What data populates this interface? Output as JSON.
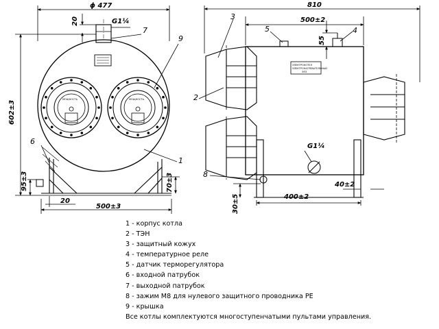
{
  "dimensions": {
    "front_width": "ϕ 477",
    "front_height": "602±3",
    "front_top_pipe": "20",
    "front_outlet_thread": "G1¼",
    "front_base_width": "500±3",
    "front_base_offset": "20",
    "front_leg_height": "95±3",
    "front_leg_height_right": "70±3",
    "side_total_width": "810",
    "side_top_span": "500±2",
    "side_pipe_height": "55",
    "side_inlet_thread": "G1¼",
    "side_base_width": "400±2",
    "side_base_offset": "40±2",
    "side_clamp_height": "30±5"
  },
  "callouts": {
    "front": [
      "7",
      "9",
      "6",
      "1"
    ],
    "side": [
      "3",
      "5",
      "4",
      "2",
      "8"
    ]
  },
  "plates": {
    "heater_label_line1": "МОЩНОСТЬ",
    "heater_label_line2": "",
    "body_plate_line1": "ЭЛЕКТРОКОТЕЛ",
    "body_plate_line2": "ЭЛЕКТРОНАГРЕВАТЕЛЬНЫЙ",
    "body_plate_line3": "ЭПЗ"
  },
  "legend": [
    "1 - корпус котла",
    "2 - ТЭН",
    "3 - защитный кожух",
    "4 - температурное реле",
    "5 - датчик терморегулятора",
    "6 - входной патрубок",
    "7 - выходной патрубок",
    "8 - зажим М8 для нулевого защитного проводника РЕ",
    "9 - крышка",
    "Все котлы комплектуются многоступенчатыми пультами управления."
  ]
}
